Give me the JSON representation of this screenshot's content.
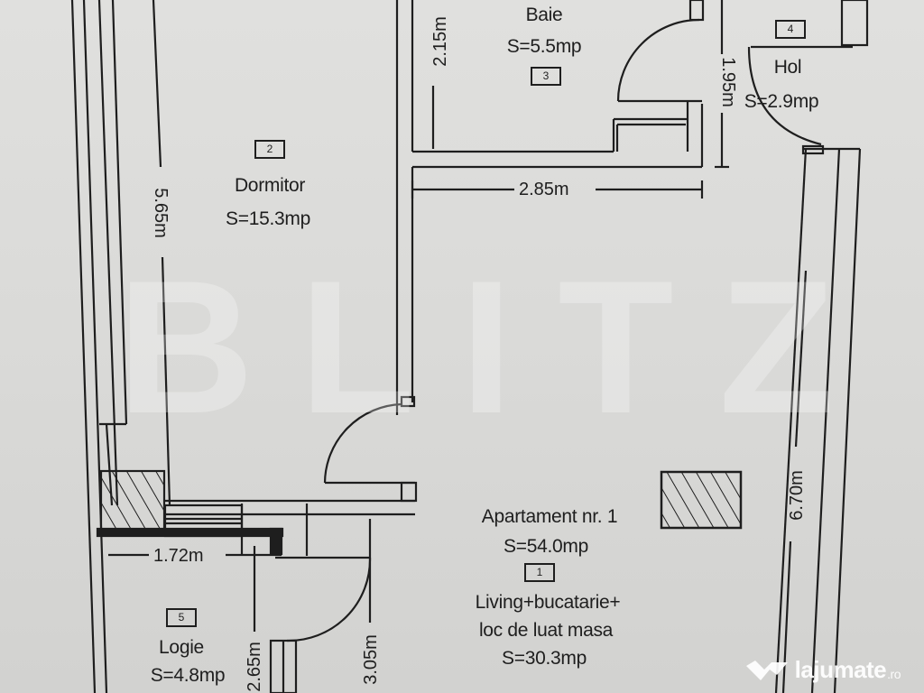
{
  "plan": {
    "title": "Apartament nr. 1",
    "total_area": "S=54.0mp",
    "rooms": [
      {
        "id": "1",
        "name": "Living+bucatarie+",
        "name_line2": "loc de luat masa",
        "area": "S=30.3mp"
      },
      {
        "id": "2",
        "name": "Dormitor",
        "area": "S=15.3mp"
      },
      {
        "id": "3",
        "name": "Baie",
        "area": "S=5.5mp"
      },
      {
        "id": "4",
        "name": "Hol",
        "area": "S=2.9mp"
      },
      {
        "id": "5",
        "name": "Logie",
        "area": "S=4.8mp"
      }
    ],
    "dimensions": {
      "dormitor_height": "5.65m",
      "baie_height": "2.15m",
      "hol_height": "1.95m",
      "baie_width": "2.85m",
      "living_height": "6.70m",
      "logie_width": "1.72m",
      "logie_height": "2.65m",
      "living_lower": "3.05m"
    }
  },
  "watermarks": {
    "center": "BLITZ",
    "brand": "lajumate",
    "brand_tld": ".ro"
  },
  "colors": {
    "paper": "#dcdcda",
    "ink": "#1e1e1e"
  }
}
